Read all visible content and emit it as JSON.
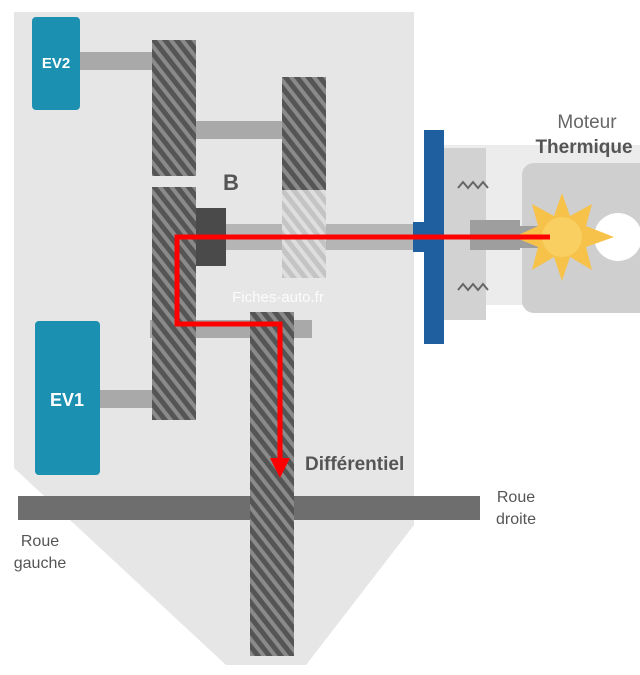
{
  "labels": {
    "ev2": "EV2",
    "ev1": "EV1",
    "b": "B",
    "moteur_line1": "Moteur",
    "moteur_line2": "Thermique",
    "differentiel": "Différentiel",
    "roue_gauche_line1": "Roue",
    "roue_gauche_line2": "gauche",
    "roue_droite_line1": "Roue",
    "roue_droite_line2": "droite",
    "watermark": "Fiches-auto.fr"
  },
  "colors": {
    "housing": "#e6e6e6",
    "motor_unit": "#ececec",
    "motor_box": "#cfcfcf",
    "electric_motor": "#1b90b0",
    "shaft": "#a9a9a9",
    "gear": "#555555",
    "gear_stripe": "#8a8a8a",
    "clutch_plate": "#1f5f9f",
    "power_flow": "#ff0000",
    "spark": "#f7c24a",
    "label_dark": "#555555",
    "label_light": "#ffffff"
  },
  "icons": {
    "spark": "spark-icon",
    "power_arrow": "arrow-down-icon"
  }
}
